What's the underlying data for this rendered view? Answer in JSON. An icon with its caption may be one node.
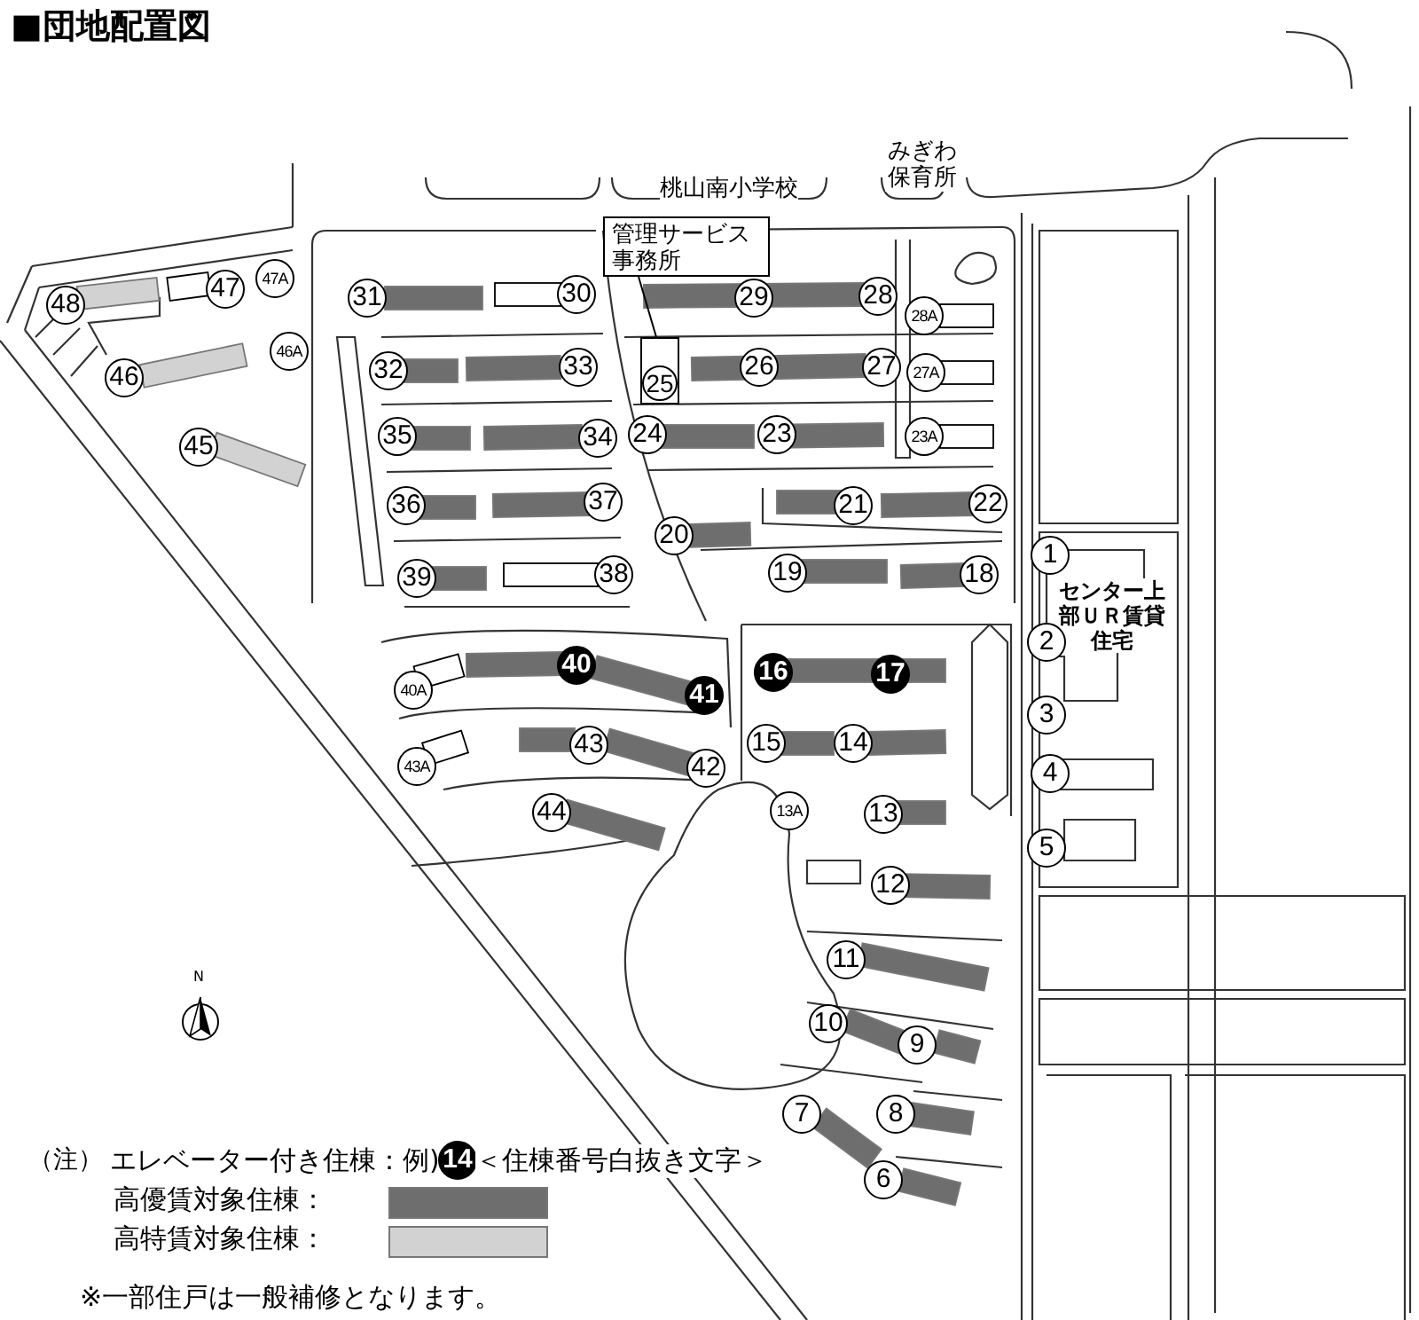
{
  "diagram": {
    "title": "■団地配置図",
    "nodes": [
      {
        "text": [
          "管理サービス事務所"
        ]
      },
      {
        "text": [
          "25"
        ]
      }
    ],
    "edges": [
      {
        "from": 0,
        "to": 1,
        "arrow": "none"
      }
    ],
    "labels": [
      "桃山南小学校",
      "みぎわ保育所",
      "センター上部ＵＲ賃貸住宅",
      "48",
      "47",
      "47A",
      "46A",
      "46",
      "45",
      "31",
      "30",
      "32",
      "33",
      "35",
      "34",
      "36",
      "37",
      "39",
      "38",
      "29",
      "28",
      "28A",
      "26",
      "27",
      "27A",
      "24",
      "23",
      "23A",
      "21",
      "22",
      "20",
      "19",
      "18",
      "1",
      "2",
      "3",
      "4",
      "5",
      "40",
      "41",
      "40A",
      "16",
      "17",
      "43A",
      "43",
      "42",
      "15",
      "14",
      "44",
      "13A",
      "13",
      "12",
      "11",
      "10",
      "9",
      "7",
      "8",
      "6",
      "N",
      "（注）",
      "エレベーター付き住棟：例)",
      "14",
      "＜住棟番号白抜き文字＞",
      "※一部住戸は一般補修となります。"
    ],
    "legend": [
      {
        "text": "高優賃対象住棟：",
        "color": "#6e6e6e"
      },
      {
        "text": "高特賃対象住棟：",
        "color": "#d2d2d2"
      }
    ]
  }
}
